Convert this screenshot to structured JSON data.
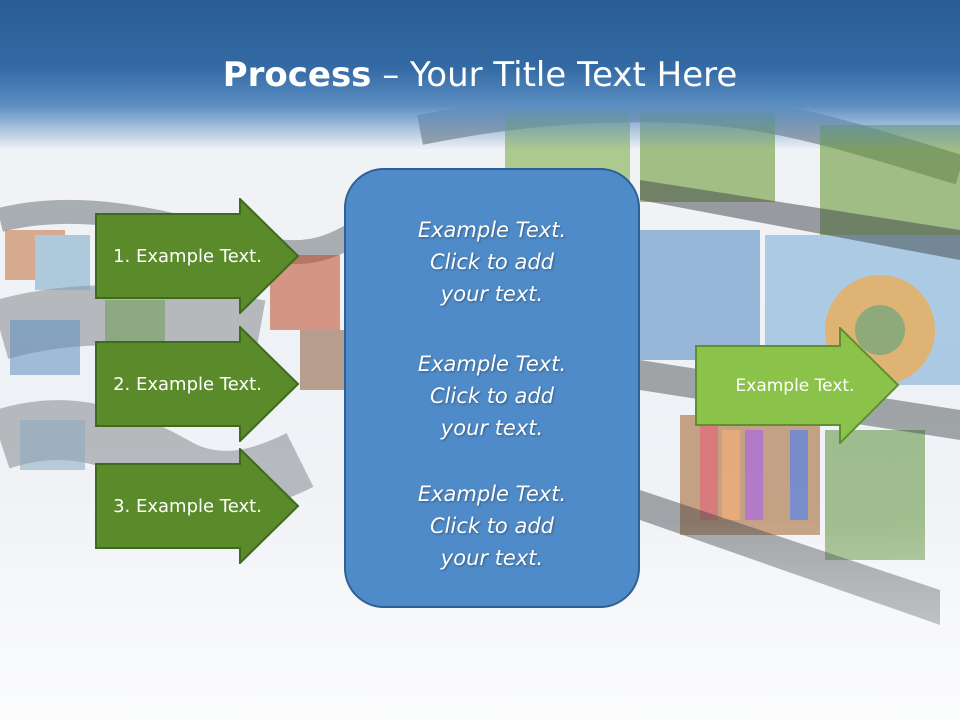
{
  "title": {
    "bold": "Process",
    "rest": " – Your Title Text Here"
  },
  "left_arrows": [
    {
      "label": "1. Example Text."
    },
    {
      "label": "2. Example Text."
    },
    {
      "label": "3. Example Text."
    }
  ],
  "center_box": {
    "paragraphs": [
      {
        "line1": "Example Text.",
        "line2": "Click  to add",
        "line3": "your text."
      },
      {
        "line1": "Example Text.",
        "line2": "Click  to add",
        "line3": "your text."
      },
      {
        "line1": "Example Text.",
        "line2": "Click  to add",
        "line3": "your text."
      }
    ]
  },
  "right_arrow": {
    "label": "Example Text."
  },
  "colors": {
    "header": "#2a5d93",
    "dark_arrow": "#5a8a2a",
    "light_arrow": "#8bc34a",
    "box": "#4f8bc8",
    "box_border": "#2f5f93"
  }
}
